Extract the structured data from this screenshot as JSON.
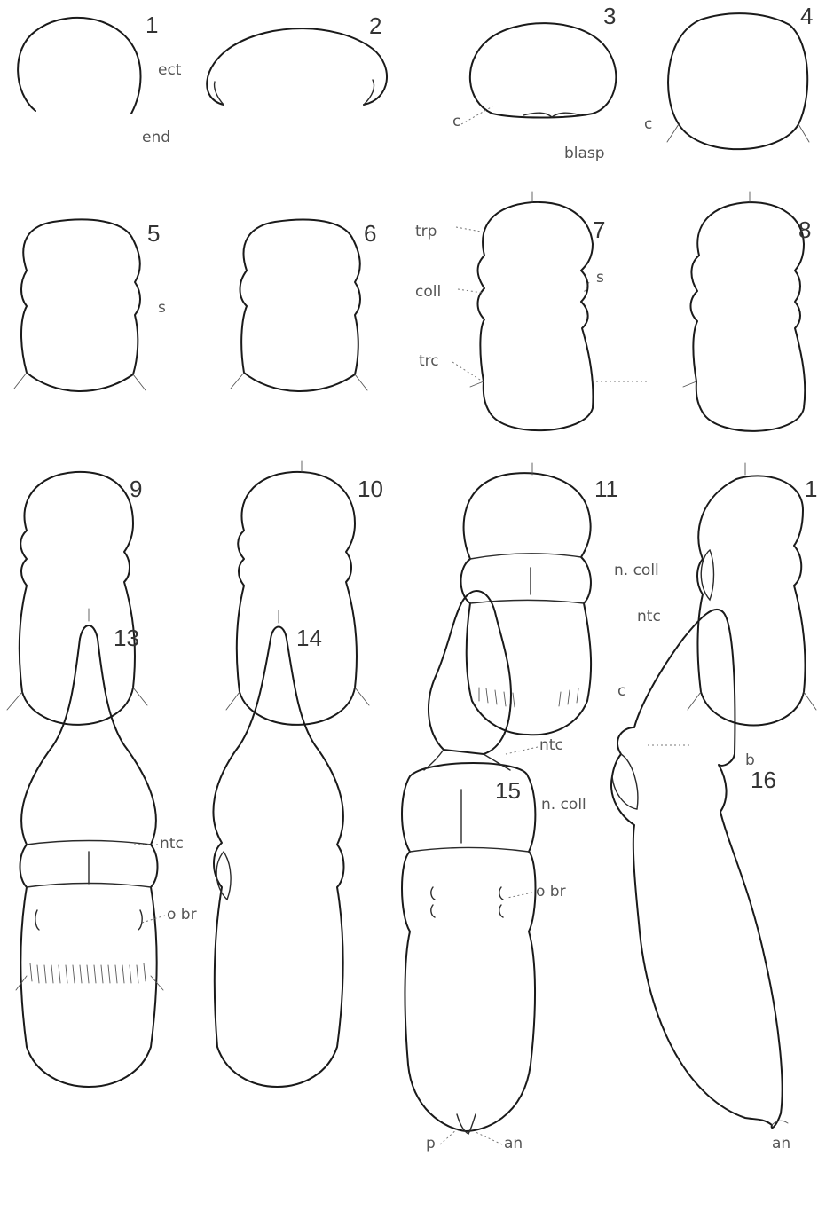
{
  "figures": [
    {
      "number": "1"
    },
    {
      "number": "2"
    },
    {
      "number": "3"
    },
    {
      "number": "4"
    },
    {
      "number": "5"
    },
    {
      "number": "6"
    },
    {
      "number": "7"
    },
    {
      "number": "8"
    },
    {
      "number": "9"
    },
    {
      "number": "10"
    },
    {
      "number": "11"
    },
    {
      "number": "1"
    },
    {
      "number": "13"
    },
    {
      "number": "14"
    },
    {
      "number": "15"
    },
    {
      "number": "16"
    }
  ],
  "labels": {
    "ect": "ect",
    "end": "end",
    "c_3": "c",
    "blasp": "blasp",
    "c_4": "c",
    "s_5": "s",
    "trp": "trp",
    "coll": "coll",
    "s_7": "s",
    "trc": "trc",
    "n_coll_11": "n. coll",
    "ntc_11": "ntc",
    "c_11": "c",
    "ntc_13": "ntc",
    "o_br_13": "o br",
    "ntc_15": "ntc",
    "n_coll_15": "n. coll",
    "o_br_15": "o br",
    "p": "p",
    "an_15": "an",
    "b": "b",
    "an_16": "an"
  }
}
